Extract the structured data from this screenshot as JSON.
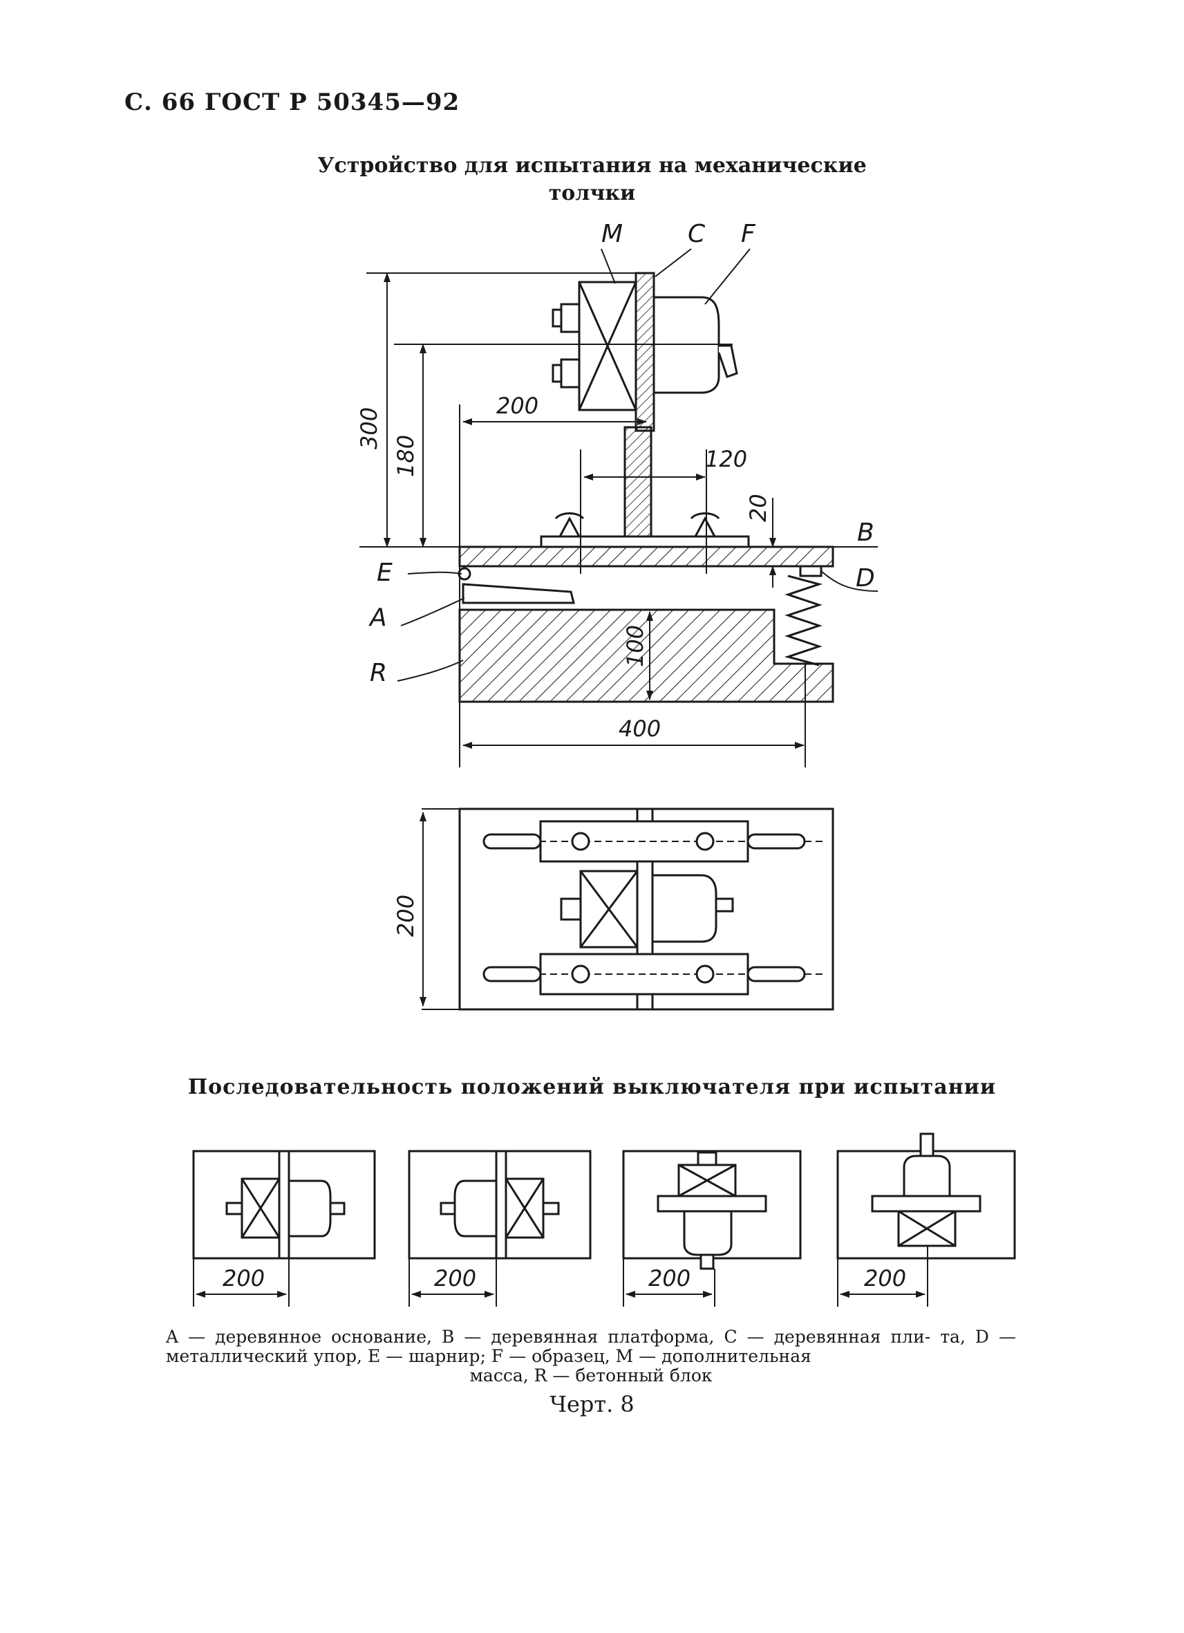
{
  "page": {
    "header": "С. 66 ГОСТ Р 50345—92",
    "title_main_line1": "Устройство для испытания на механические",
    "title_main_line2": "толчки",
    "title_sequence": "Последовательность положений выключателя при испытании",
    "legend": {
      "line1": "A — деревянное основание, B — деревянная платформа, C — деревянная пли-",
      "line2": "та, D — металлический упор, E — шарнир; F — образец, M — дополнительная",
      "line3": "масса, R — бетонный блок"
    },
    "caption": "Черт. 8"
  },
  "drawing": {
    "labels": {
      "M": "M",
      "C": "C",
      "F": "F",
      "B": "B",
      "D": "D",
      "E": "E",
      "A": "A",
      "R": "R"
    },
    "dimensions": {
      "d300": "300",
      "d180": "180",
      "d200_side": "200",
      "d120": "120",
      "d20": "20",
      "d100": "100",
      "d400": "400",
      "d200_plan": "200",
      "seq1": "200",
      "seq2": "200",
      "seq3": "200",
      "seq4": "200"
    }
  },
  "colors": {
    "ink": "#1a1a1a",
    "paper": "#ffffff"
  }
}
